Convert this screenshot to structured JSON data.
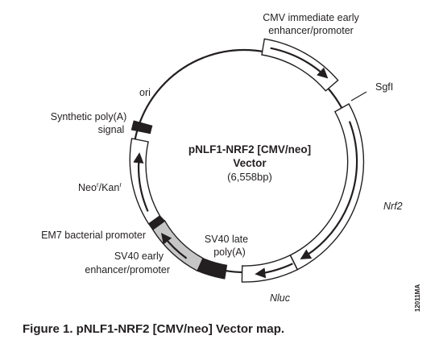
{
  "vector": {
    "name": "pNLF1-NRF2 [CMV/neo]",
    "name_line2": "Vector",
    "size": "(6,558bp)"
  },
  "features": {
    "cmv": {
      "line1": "CMV immediate early",
      "line2": "enhancer/promoter"
    },
    "sgfi": "SgfI",
    "nrf2": "Nrf2",
    "nluc": "Nluc",
    "sv40_late": {
      "line1": "SV40 late",
      "line2": "poly(A)"
    },
    "sv40_early": {
      "line1": "SV40 early",
      "line2": "enhancer/promoter"
    },
    "em7": "EM7 bacterial promoter",
    "neo": {
      "main": "Neo",
      "sup1": "r",
      "mid": "/Kan",
      "sup2": "r"
    },
    "synthetic_polya": {
      "line1": "Synthetic poly(A)",
      "line2": "signal"
    },
    "ori": "ori"
  },
  "caption": "Figure 1. pNLF1-NRF2 [CMV/neo] Vector map.",
  "side_code": "12011MA",
  "colors": {
    "ink": "#231f20",
    "gray_fill": "#c6c6c6",
    "white": "#ffffff"
  }
}
